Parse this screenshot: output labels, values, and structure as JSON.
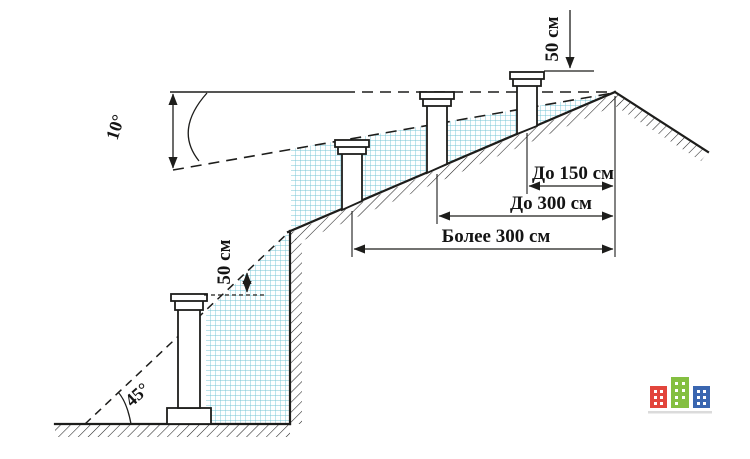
{
  "labels": {
    "angle_10": "10°",
    "angle_45": "45°",
    "height_50_upper": "50 см",
    "height_50_lower": "50 см",
    "dist_150": "До 150 см",
    "dist_300": "До 300 см",
    "dist_300_plus": "Более 300 см"
  },
  "colors": {
    "line": "#1d1d1b",
    "zone_grid": "#74c4d4",
    "logo_red": "#e2453c",
    "logo_green": "#84bf41",
    "logo_blue": "#3a66b0"
  }
}
